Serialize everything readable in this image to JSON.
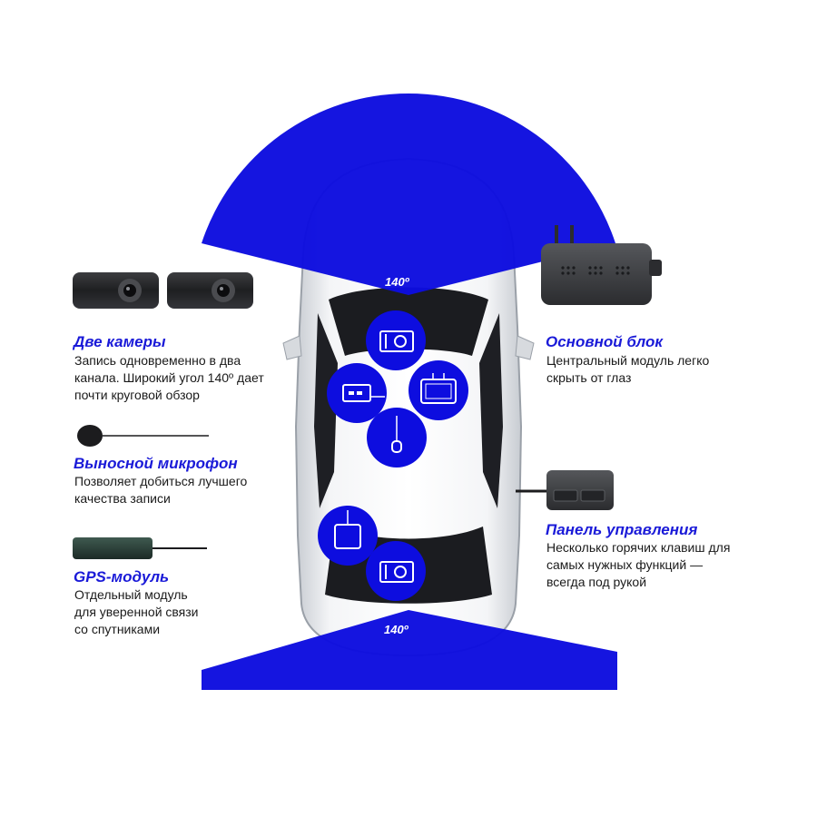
{
  "colors": {
    "accent": "#1a1ad8",
    "cone": "#0d0ddf",
    "text": "#1a1a1a",
    "device": "#3a3a3c"
  },
  "angles": {
    "front": "140º",
    "rear": "140º"
  },
  "features": {
    "cameras": {
      "title": "Две камеры",
      "desc_lines": [
        "Запись одновременно в два",
        "канала. Широкий угол 140º дает",
        "почти круговой обзор"
      ]
    },
    "microphone": {
      "title": "Выносной микрофон",
      "desc_lines": [
        "Позволяет добиться лучшего",
        "качества записи"
      ]
    },
    "gps": {
      "title": "GPS-модуль",
      "desc_lines": [
        "Отдельный модуль",
        "для уверенной связи",
        "со спутниками"
      ]
    },
    "main_unit": {
      "title": "Основной блок",
      "desc_lines": [
        "Центральный модуль легко",
        "скрыть от глаз"
      ]
    },
    "control_panel": {
      "title": "Панель управления",
      "desc_lines": [
        "Несколько горячих клавиш для",
        "самых нужных функций —",
        "всегда под рукой"
      ]
    }
  },
  "icons": [
    "camera-icon",
    "control-panel-icon",
    "main-unit-icon",
    "microphone-icon",
    "gps-module-icon",
    "rear-camera-icon"
  ]
}
